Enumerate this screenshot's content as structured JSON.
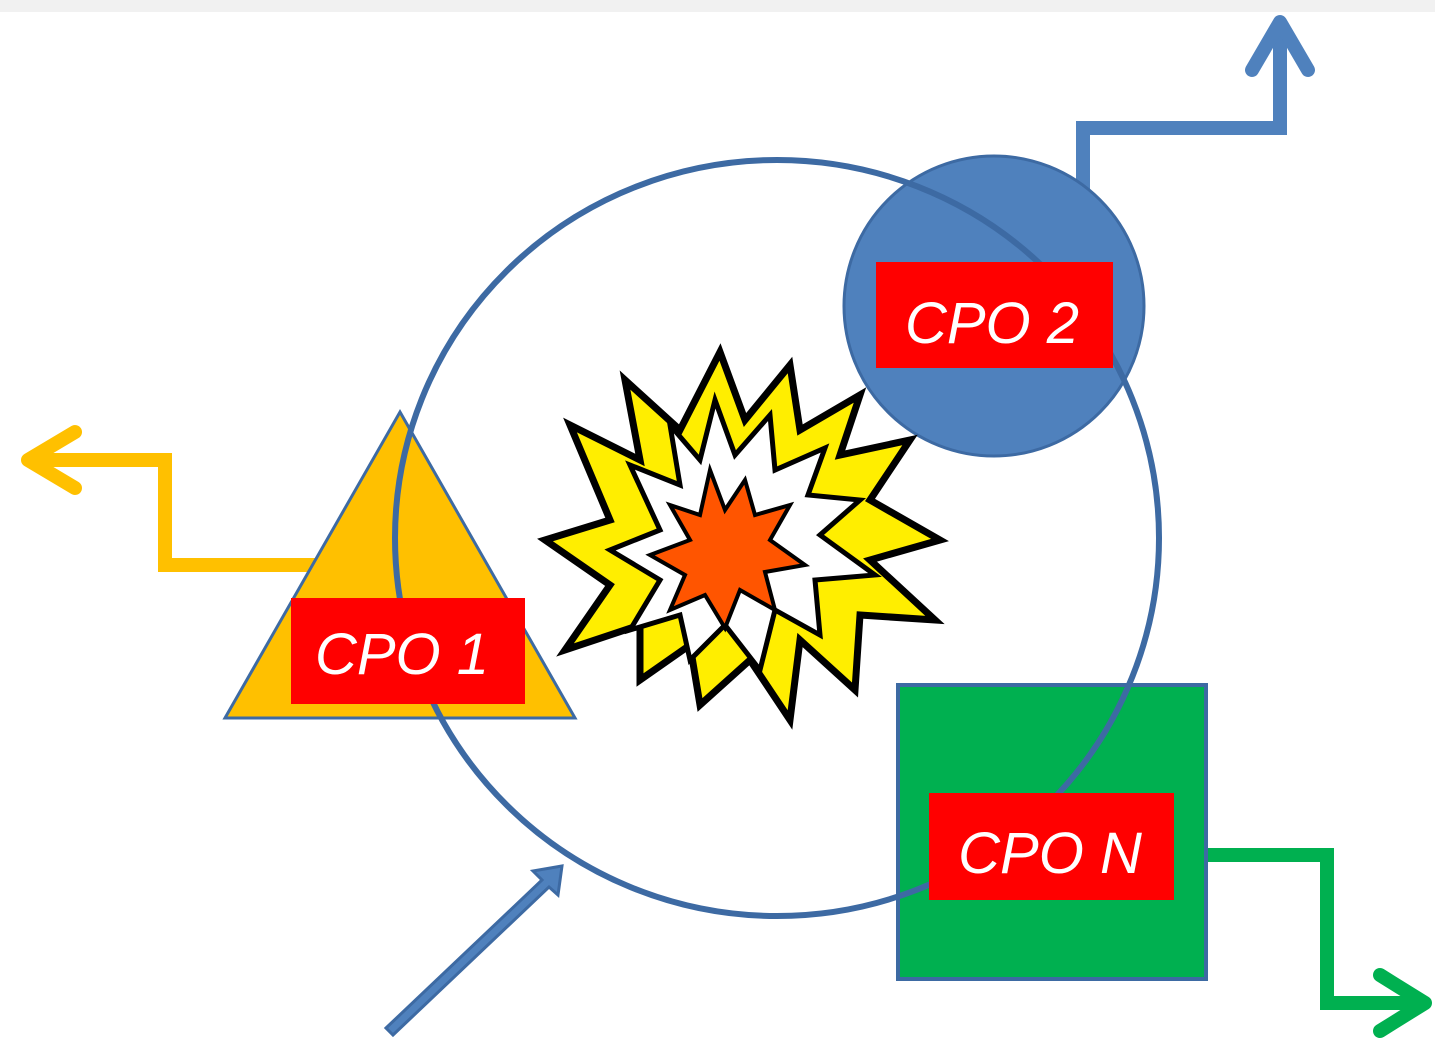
{
  "labels": {
    "cpo1": "CPO 1",
    "cpo2": "CPO 2",
    "cpon": "CPO N"
  },
  "colors": {
    "ring": "#3d6aa3",
    "cpo1_shape": "#ffc000",
    "cpo2_shape": "#4f81bd",
    "cpon_shape": "#00b050",
    "label_bg": "#ff0000",
    "label_text": "#ffffff",
    "explosion_outer": "#ffee00",
    "explosion_core": "#ff5500"
  },
  "icons": {
    "explosion": "explosion-burst-icon",
    "input_arrow": "diagonal-arrow-icon"
  }
}
